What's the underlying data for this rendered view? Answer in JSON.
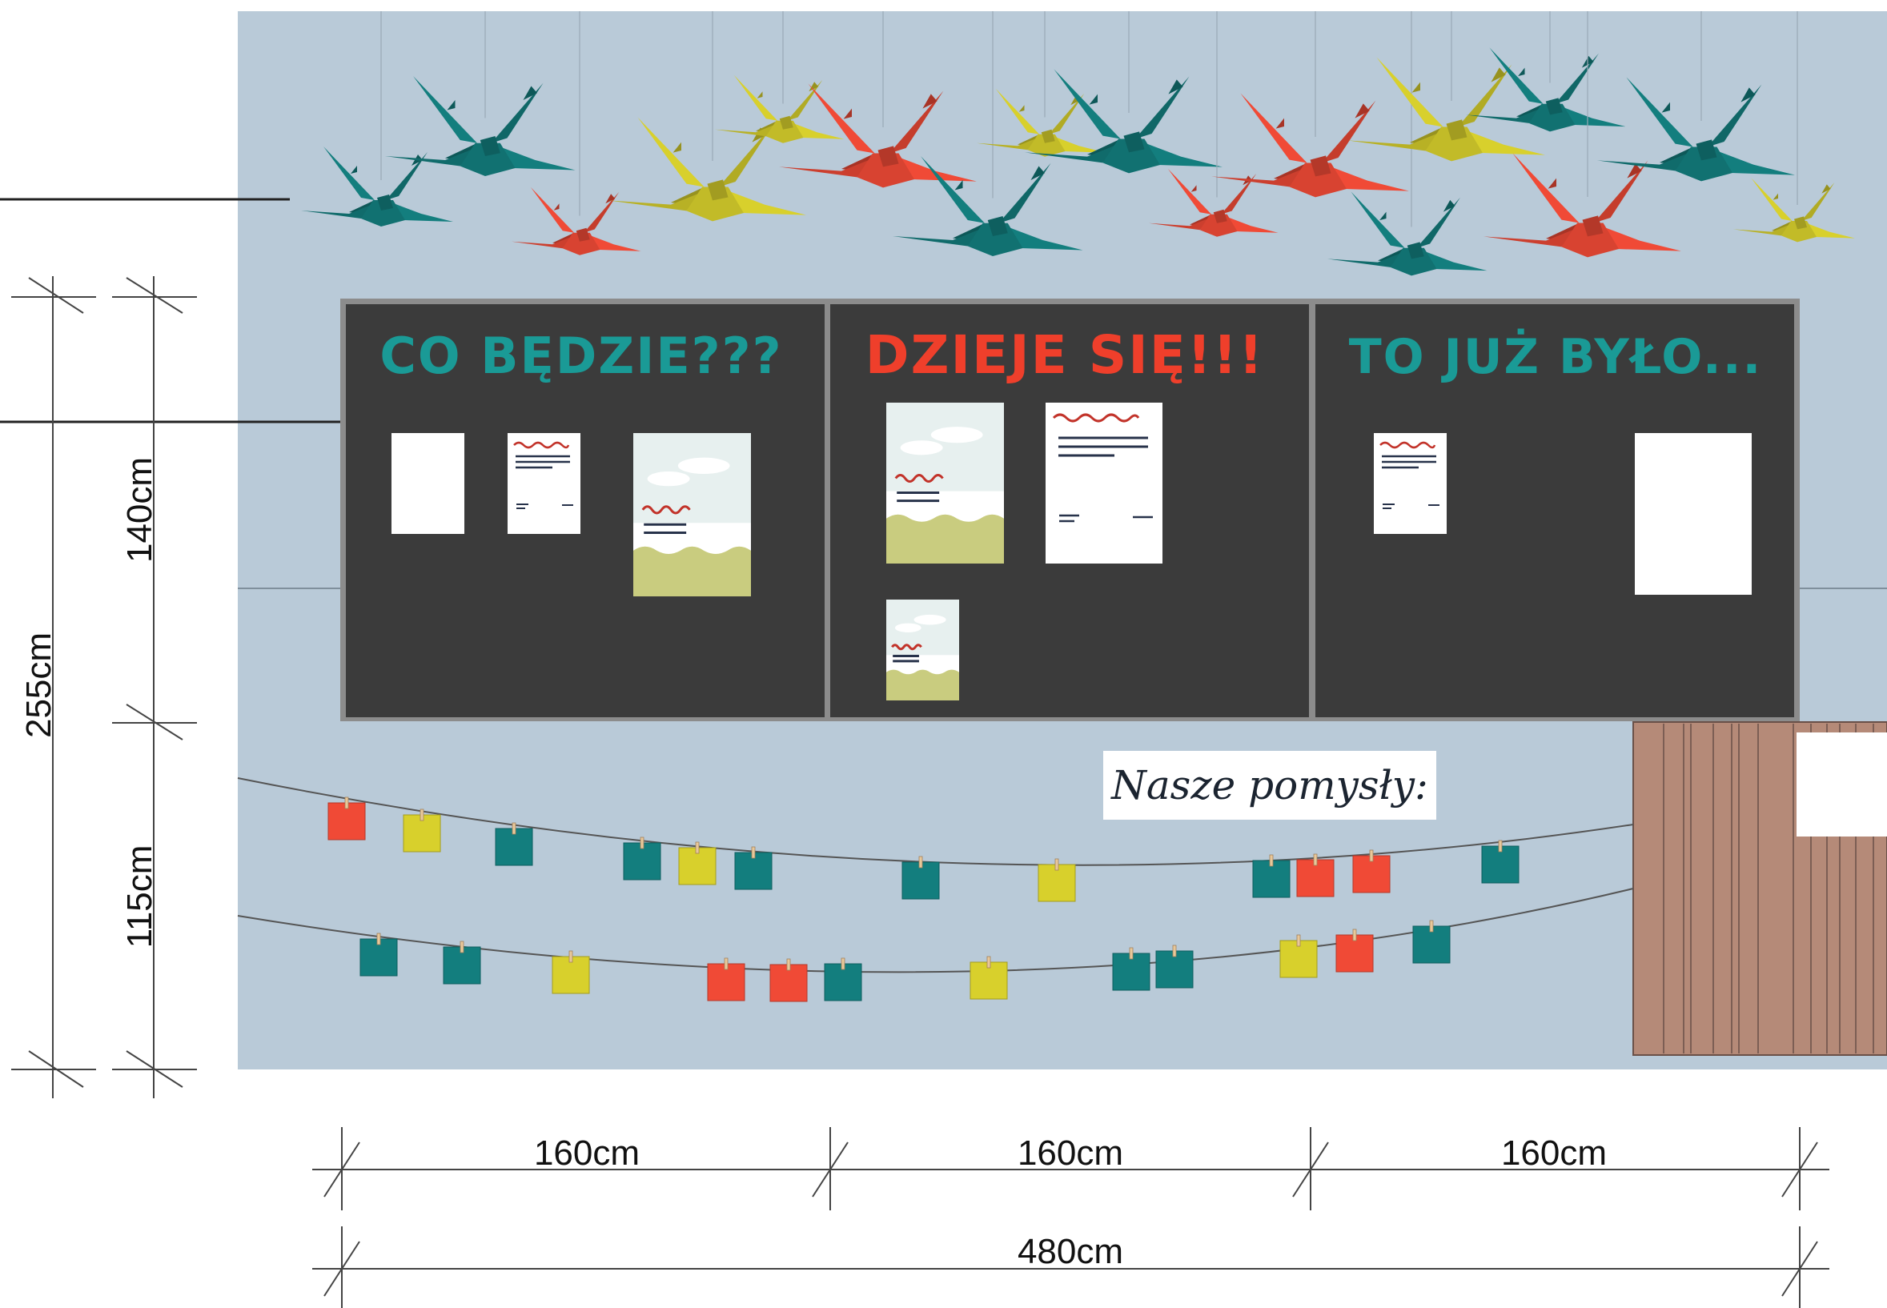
{
  "colors": {
    "wall": "#b9cad8",
    "board": "#3b3b3b",
    "board_frame": "#8c8c8c",
    "teal": "#137e7e",
    "red": "#f04a36",
    "yellow": "#d8d02c",
    "wood": "#b58a78",
    "dimension_line": "#333333"
  },
  "boards": [
    {
      "title": "CO BĘDZIE???",
      "title_color": "#1a9a96"
    },
    {
      "title": "DZIEJE SIĘ!!!",
      "title_color": "#ef3f2b"
    },
    {
      "title": "TO JUŻ BYŁO...",
      "title_color": "#1a9a96"
    }
  ],
  "ideas_label": "Nasze pomysły:",
  "dimensions": {
    "vertical_total": "255cm",
    "vertical_upper": "140cm",
    "vertical_lower": "115cm",
    "horizontal_sections": [
      "160cm",
      "160cm",
      "160cm"
    ],
    "horizontal_total": "480cm"
  },
  "cranes": [
    {
      "color": "teal",
      "size": "small"
    },
    {
      "color": "teal",
      "size": "large"
    },
    {
      "color": "red",
      "size": "small"
    },
    {
      "color": "yellow",
      "size": "large"
    },
    {
      "color": "yellow",
      "size": "small"
    },
    {
      "color": "red",
      "size": "large"
    },
    {
      "color": "teal",
      "size": "large"
    },
    {
      "color": "yellow",
      "size": "small"
    },
    {
      "color": "teal",
      "size": "large"
    },
    {
      "color": "red",
      "size": "small"
    },
    {
      "color": "red",
      "size": "large"
    },
    {
      "color": "teal",
      "size": "small"
    },
    {
      "color": "yellow",
      "size": "large"
    },
    {
      "color": "teal",
      "size": "small"
    },
    {
      "color": "red",
      "size": "large"
    },
    {
      "color": "teal",
      "size": "large"
    },
    {
      "color": "yellow",
      "size": "small"
    }
  ],
  "cards_row1": [
    "red",
    "yellow",
    "teal",
    "teal",
    "yellow",
    "teal",
    "teal",
    "yellow",
    "teal",
    "red",
    "red",
    "teal"
  ],
  "cards_row2": [
    "teal",
    "teal",
    "yellow",
    "red",
    "red",
    "teal",
    "yellow",
    "teal",
    "teal",
    "yellow",
    "red",
    "teal"
  ]
}
